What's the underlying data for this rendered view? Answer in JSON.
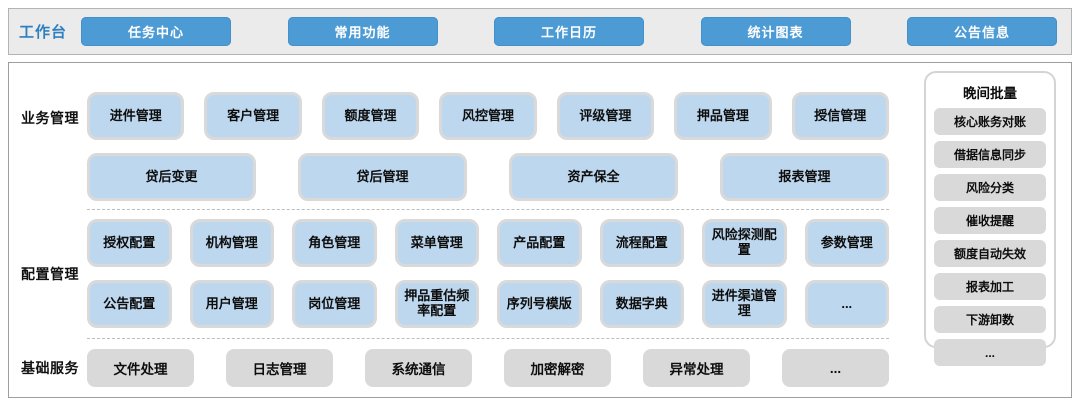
{
  "colors": {
    "accent_blue": "#4d9bd5",
    "label_blue": "#2e7fc1",
    "module_fill": "#bdd7ee",
    "module_border": "#d9d9d9",
    "gray_fill": "#d9d9d9",
    "bar_bg": "#ebebeb"
  },
  "top_bar": {
    "label": "工作台",
    "buttons": [
      "任务中心",
      "常用功能",
      "工作日历",
      "统计图表",
      "公告信息"
    ]
  },
  "sections": {
    "business": {
      "label": "业务管理",
      "row1": [
        "进件管理",
        "客户管理",
        "额度管理",
        "风控管理",
        "评级管理",
        "押品管理",
        "授信管理"
      ],
      "row2": [
        "贷后变更",
        "贷后管理",
        "资产保全",
        "报表管理"
      ]
    },
    "config": {
      "label": "配置管理",
      "row1": [
        "授权配置",
        "机构管理",
        "角色管理",
        "菜单管理",
        "产品配置",
        "流程配置",
        "风险探测配置",
        "参数管理"
      ],
      "row2": [
        "公告配置",
        "用户管理",
        "岗位管理",
        "押品重估频率配置",
        "序列号模版",
        "数据字典",
        "进件渠道管理",
        "..."
      ]
    },
    "base": {
      "label": "基础服务",
      "items": [
        "文件处理",
        "日志管理",
        "系统通信",
        "加密解密",
        "异常处理",
        "..."
      ]
    }
  },
  "night_batch": {
    "title": "晚间批量",
    "items": [
      "核心账务对账",
      "借据信息同步",
      "风险分类",
      "催收提醒",
      "额度自动失效",
      "报表加工",
      "下游卸数",
      "..."
    ]
  }
}
